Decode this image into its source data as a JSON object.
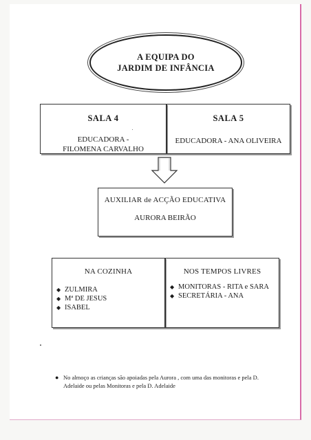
{
  "title": {
    "line1": "A EQUIPA DO",
    "line2": "JARDIM DE INFÂNCIA"
  },
  "sala4": {
    "heading": "SALA  4",
    "line1": "EDUCADORA -",
    "line2": "FILOMENA CARVALHO"
  },
  "sala5": {
    "heading": "SALA  5",
    "line1": "EDUCADORA - ANA OLIVEIRA"
  },
  "auxiliar": {
    "line1": "AUXILIAR  de ACÇÃO EDUCATIVA",
    "line2": "AURORA BEIRÃO"
  },
  "cozinha": {
    "heading": "NA COZINHA",
    "bullet_icon": "diamond-bullet",
    "items": [
      "ZULMIRA",
      "Mª DE JESUS",
      "ISABEL"
    ]
  },
  "tempos_livres": {
    "heading": "NOS TEMPOS LIVRES",
    "bullet_icon": "diamond-bullet",
    "items": [
      "MONITORAS - RITA e SARA",
      "SECRETÁRIA - ANA"
    ]
  },
  "note": "No almoço as crianças são apoiadas pela Aurora , com uma das monitoras e pela D. Adelaide ou pelas Monitoras e pela D. Adelaide",
  "colors": {
    "page_edge": "#d86aa8",
    "ink": "#1a1a1a"
  }
}
